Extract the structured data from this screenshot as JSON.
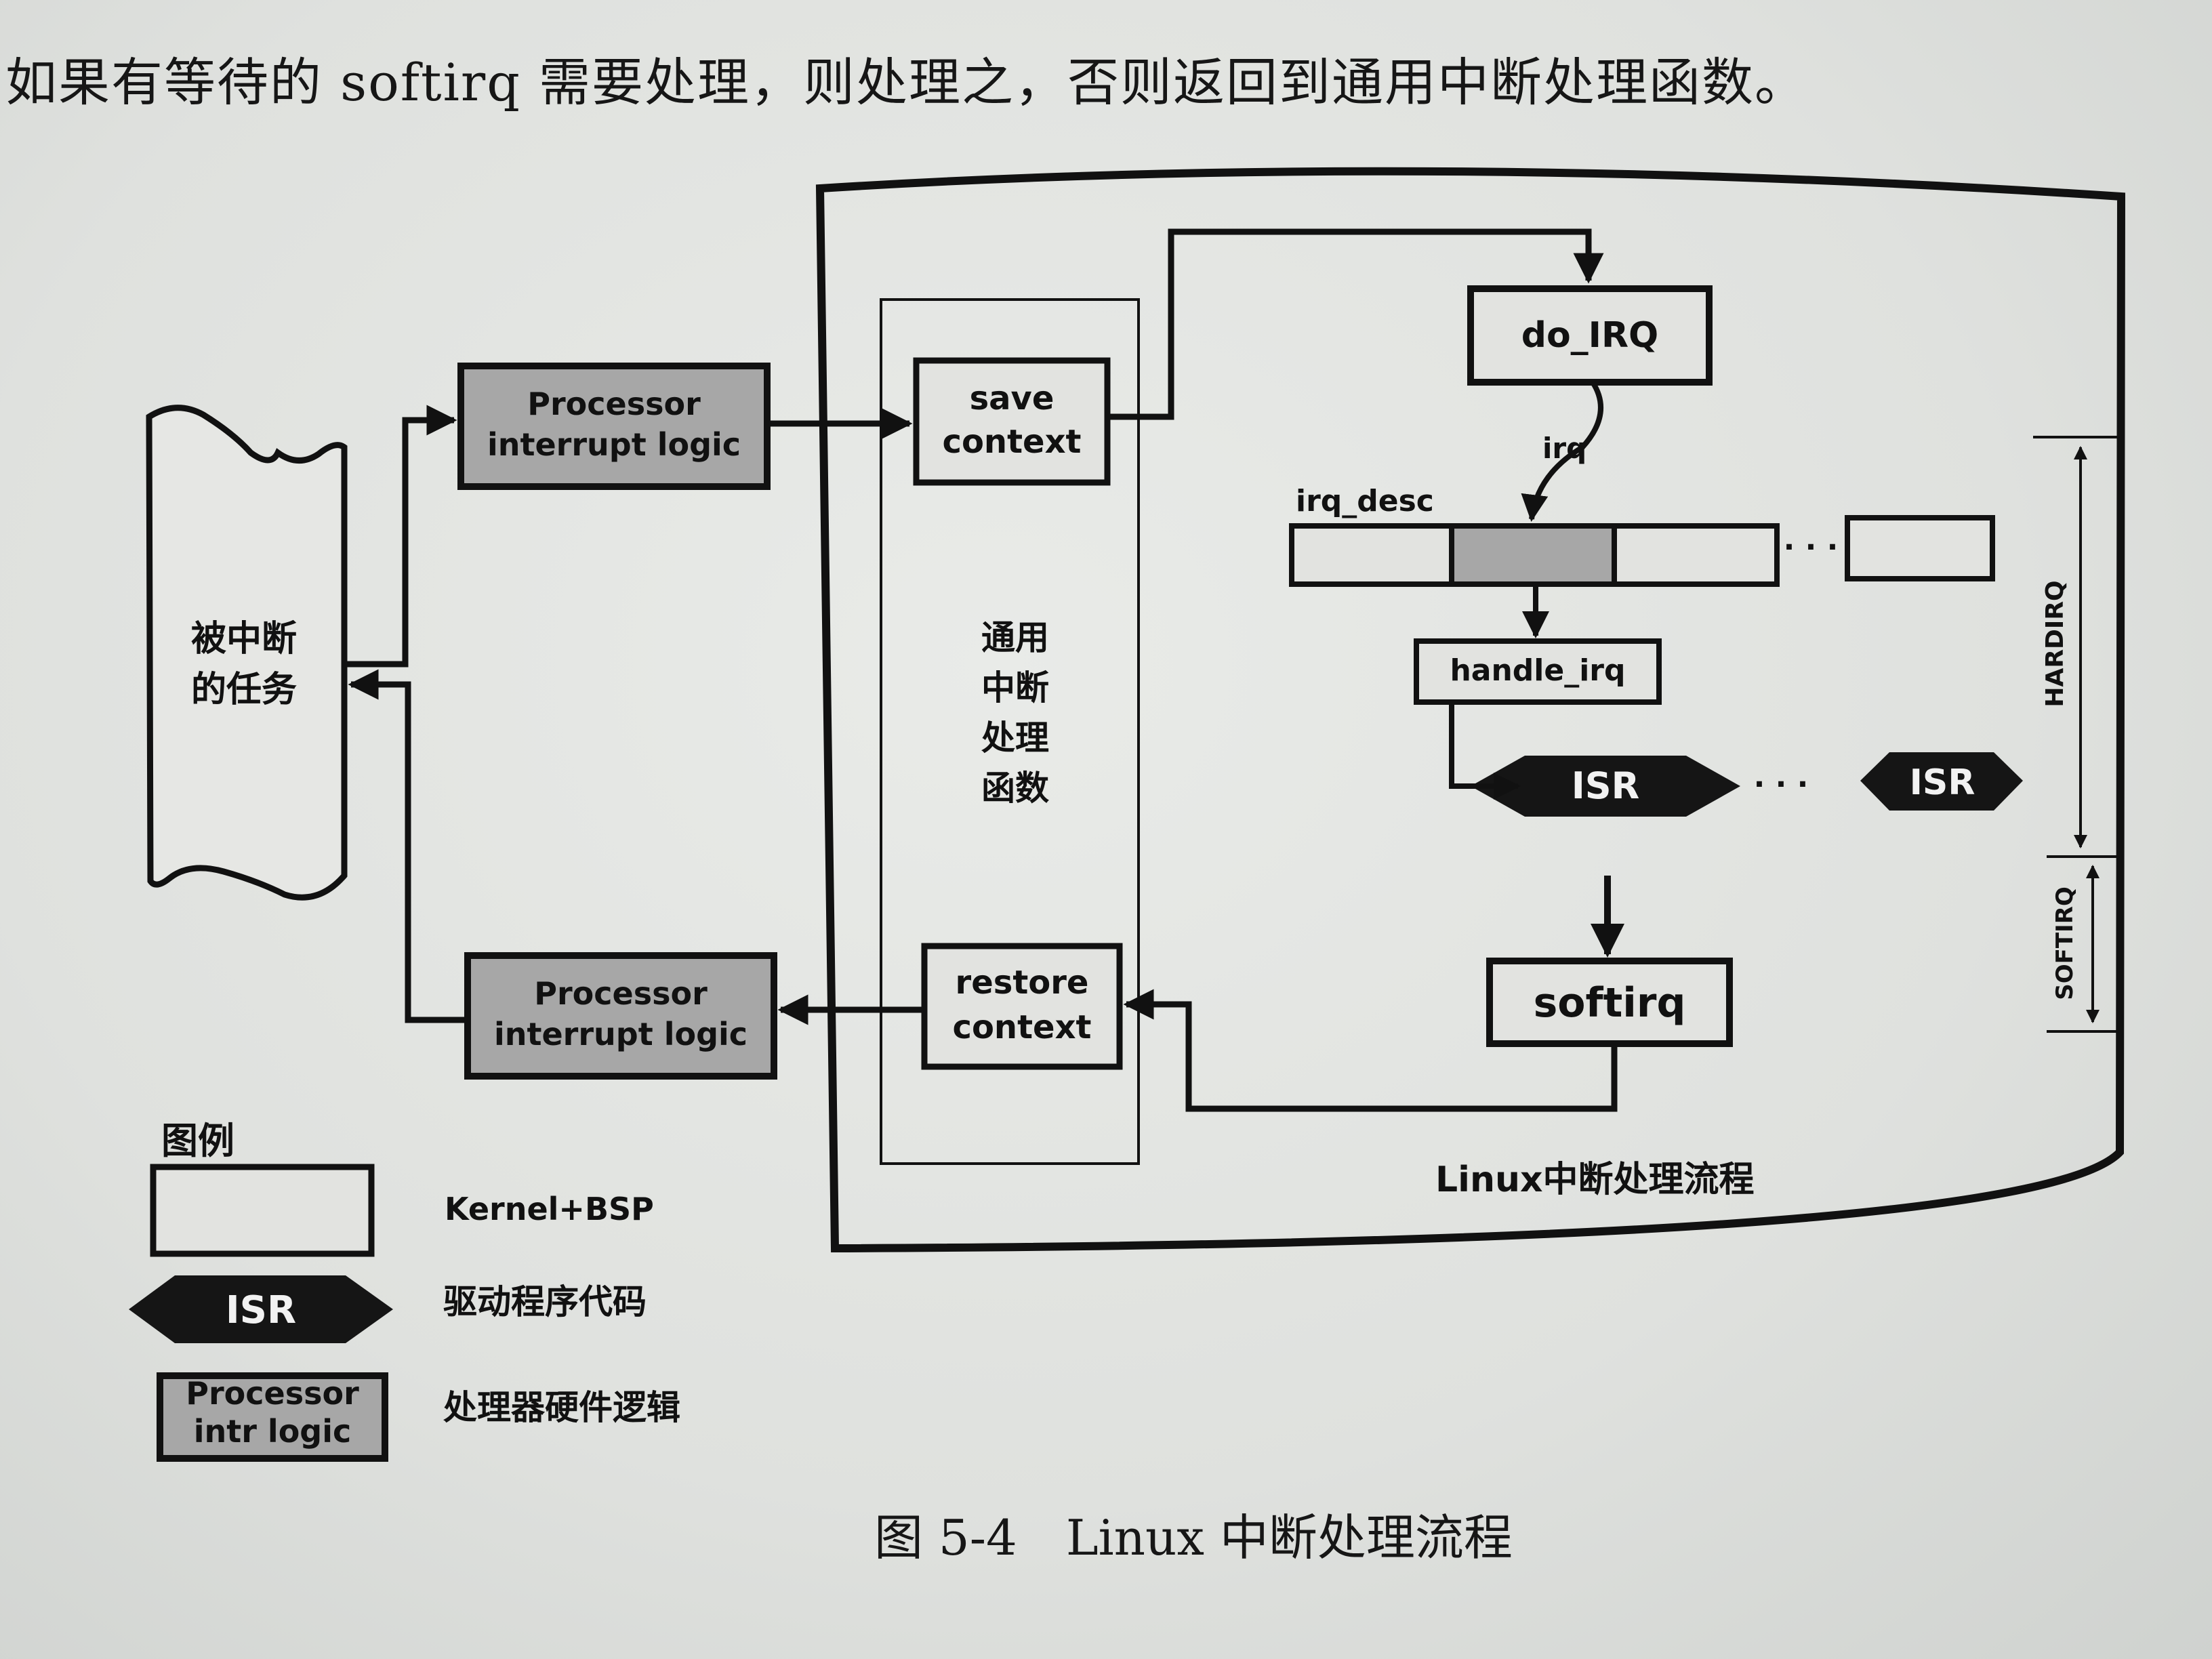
{
  "top_text": "如果有等待的 softirq 需要处理，则处理之，否则返回到通用中断处理函数。",
  "caption": "图 5-4　Linux 中断处理流程",
  "diagram": {
    "task_line1": "被中断",
    "task_line2": "的任务",
    "pil_top_line1": "Processor",
    "pil_top_line2": "interrupt logic",
    "pil_bottom_line1": "Processor",
    "pil_bottom_line2": "interrupt logic",
    "save_line1": "save",
    "save_line2": "context",
    "restore_line1": "restore",
    "restore_line2": "context",
    "generic_line1": "通用",
    "generic_line2": "中断",
    "generic_line3": "处理",
    "generic_line4": "函数",
    "do_irq": "do_IRQ",
    "irq": "irq",
    "irq_desc": "irq_desc",
    "dots": "· · ·",
    "handle_irq": "handle_irq",
    "isr": "ISR",
    "isr_dots": "· · ·",
    "isr2": "ISR",
    "softirq": "softirq",
    "hardirq": "HARDIRQ",
    "softirq_range": "SOFTIRQ",
    "flow_title": "Linux中断处理流程"
  },
  "legend": {
    "title": "图例",
    "kernel": "Kernel+BSP",
    "isr": "ISR",
    "driver": "驱动程序代码",
    "proc_line1": "Processor",
    "proc_line2": "intr logic",
    "hardware": "处理器硬件逻辑"
  },
  "colors": {
    "grey_box": "#a7a7a7",
    "light_box": "#e2e3e0",
    "ink": "#111111"
  }
}
